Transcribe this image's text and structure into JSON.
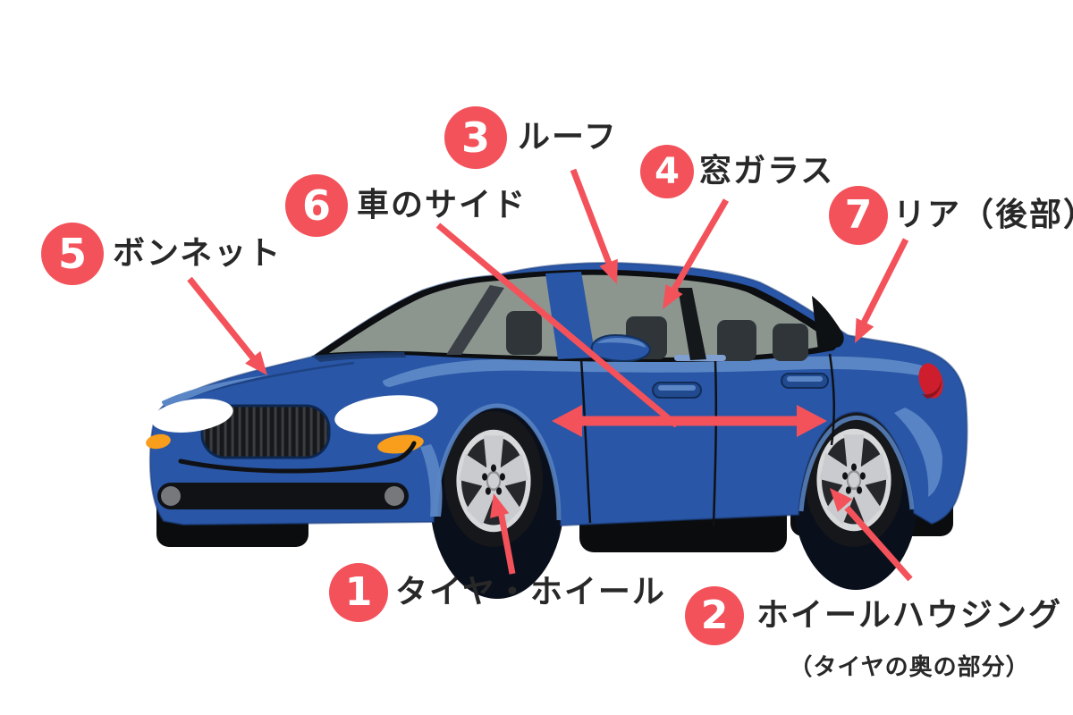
{
  "figure": {
    "accent_color": "#F3525B",
    "car_body_color": "#2956A6",
    "labels": [
      {
        "number": "1",
        "text": "タイヤ・ホイール"
      },
      {
        "number": "2",
        "text": "ホイールハウジング",
        "subtext": "（タイヤの奥の部分）"
      },
      {
        "number": "3",
        "text": "ルーフ"
      },
      {
        "number": "4",
        "text": "窓ガラス"
      },
      {
        "number": "5",
        "text": "ボンネット"
      },
      {
        "number": "6",
        "text": "車のサイド"
      },
      {
        "number": "7",
        "text": "リア（後部）"
      }
    ]
  }
}
